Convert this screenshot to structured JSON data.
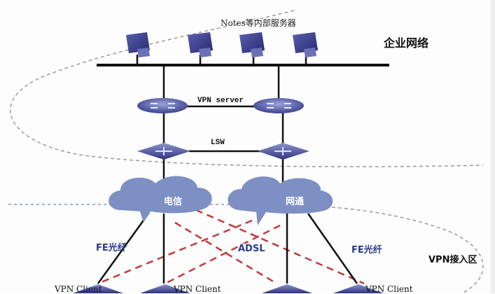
{
  "title_servers": "Notes等内部服务器",
  "zone_enterprise": "企业网络",
  "zone_vpn_access": "VPN接入区",
  "link_vpn_server": "VPN server",
  "link_lsw": "LSW",
  "cloud_telecom": "电信",
  "cloud_unicom": "网通",
  "link_fe_left": "FE光纤",
  "link_fe_right": "FE光纤",
  "link_adsl": "ADSL",
  "clients": [
    "VPN Client",
    "VPN Client",
    "VPN Client"
  ],
  "colors": {
    "device": "#3a3f8f",
    "device_light": "#8f95d0",
    "cloud": "#7e8fc4",
    "wire": "#111111",
    "adsl": "#c43a3a",
    "zone_border": "#9a9a9a",
    "fe_label": "#2a3a8a"
  },
  "icons": {
    "server": "server-icon",
    "router": "router-icon",
    "switch": "switch-icon",
    "cloud": "cloud-icon"
  }
}
